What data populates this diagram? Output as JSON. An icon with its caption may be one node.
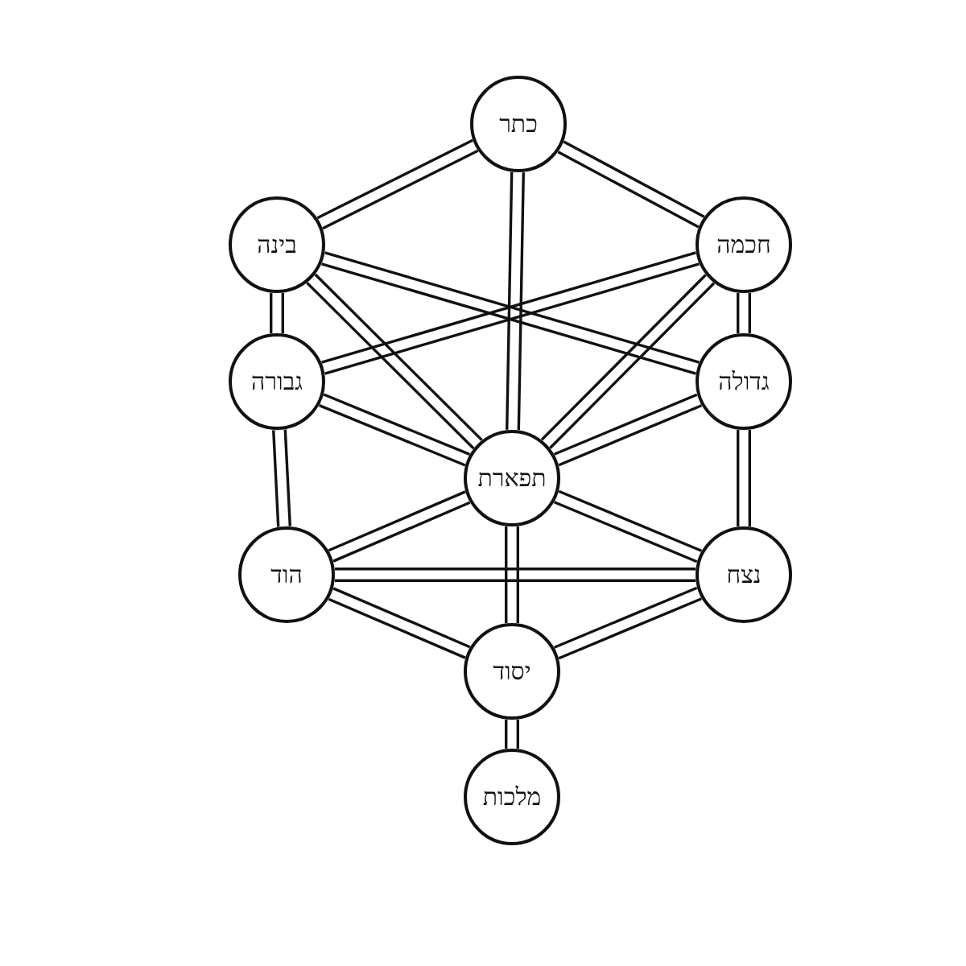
{
  "diagram": {
    "nodes": [
      {
        "text": [
          "כתר"
        ]
      },
      {
        "text": [
          "בינה"
        ]
      },
      {
        "text": [
          "חכמה"
        ]
      },
      {
        "text": [
          "גבורה"
        ]
      },
      {
        "text": [
          "גדולה"
        ]
      },
      {
        "text": [
          "תפארת"
        ]
      },
      {
        "text": [
          "הוד"
        ]
      },
      {
        "text": [
          "נצח"
        ]
      },
      {
        "text": [
          "יסוד"
        ]
      },
      {
        "text": [
          "מלכות"
        ]
      }
    ],
    "edges": [
      {
        "from": 0,
        "to": 1,
        "arrow": "none"
      },
      {
        "from": 0,
        "to": 2,
        "arrow": "none"
      },
      {
        "from": 0,
        "to": 5,
        "arrow": "none"
      },
      {
        "from": 1,
        "to": 3,
        "arrow": "none"
      },
      {
        "from": 1,
        "to": 4,
        "arrow": "none"
      },
      {
        "from": 1,
        "to": 5,
        "arrow": "none"
      },
      {
        "from": 2,
        "to": 3,
        "arrow": "none"
      },
      {
        "from": 2,
        "to": 4,
        "arrow": "none"
      },
      {
        "from": 2,
        "to": 5,
        "arrow": "none"
      },
      {
        "from": 3,
        "to": 5,
        "arrow": "none"
      },
      {
        "from": 4,
        "to": 5,
        "arrow": "none"
      },
      {
        "from": 3,
        "to": 6,
        "arrow": "none"
      },
      {
        "from": 4,
        "to": 7,
        "arrow": "none"
      },
      {
        "from": 5,
        "to": 6,
        "arrow": "none"
      },
      {
        "from": 5,
        "to": 7,
        "arrow": "none"
      },
      {
        "from": 5,
        "to": 8,
        "arrow": "none"
      },
      {
        "from": 6,
        "to": 7,
        "arrow": "none"
      },
      {
        "from": 6,
        "to": 8,
        "arrow": "none"
      },
      {
        "from": 7,
        "to": 8,
        "arrow": "none"
      },
      {
        "from": 8,
        "to": 9,
        "arrow": "none"
      }
    ]
  }
}
